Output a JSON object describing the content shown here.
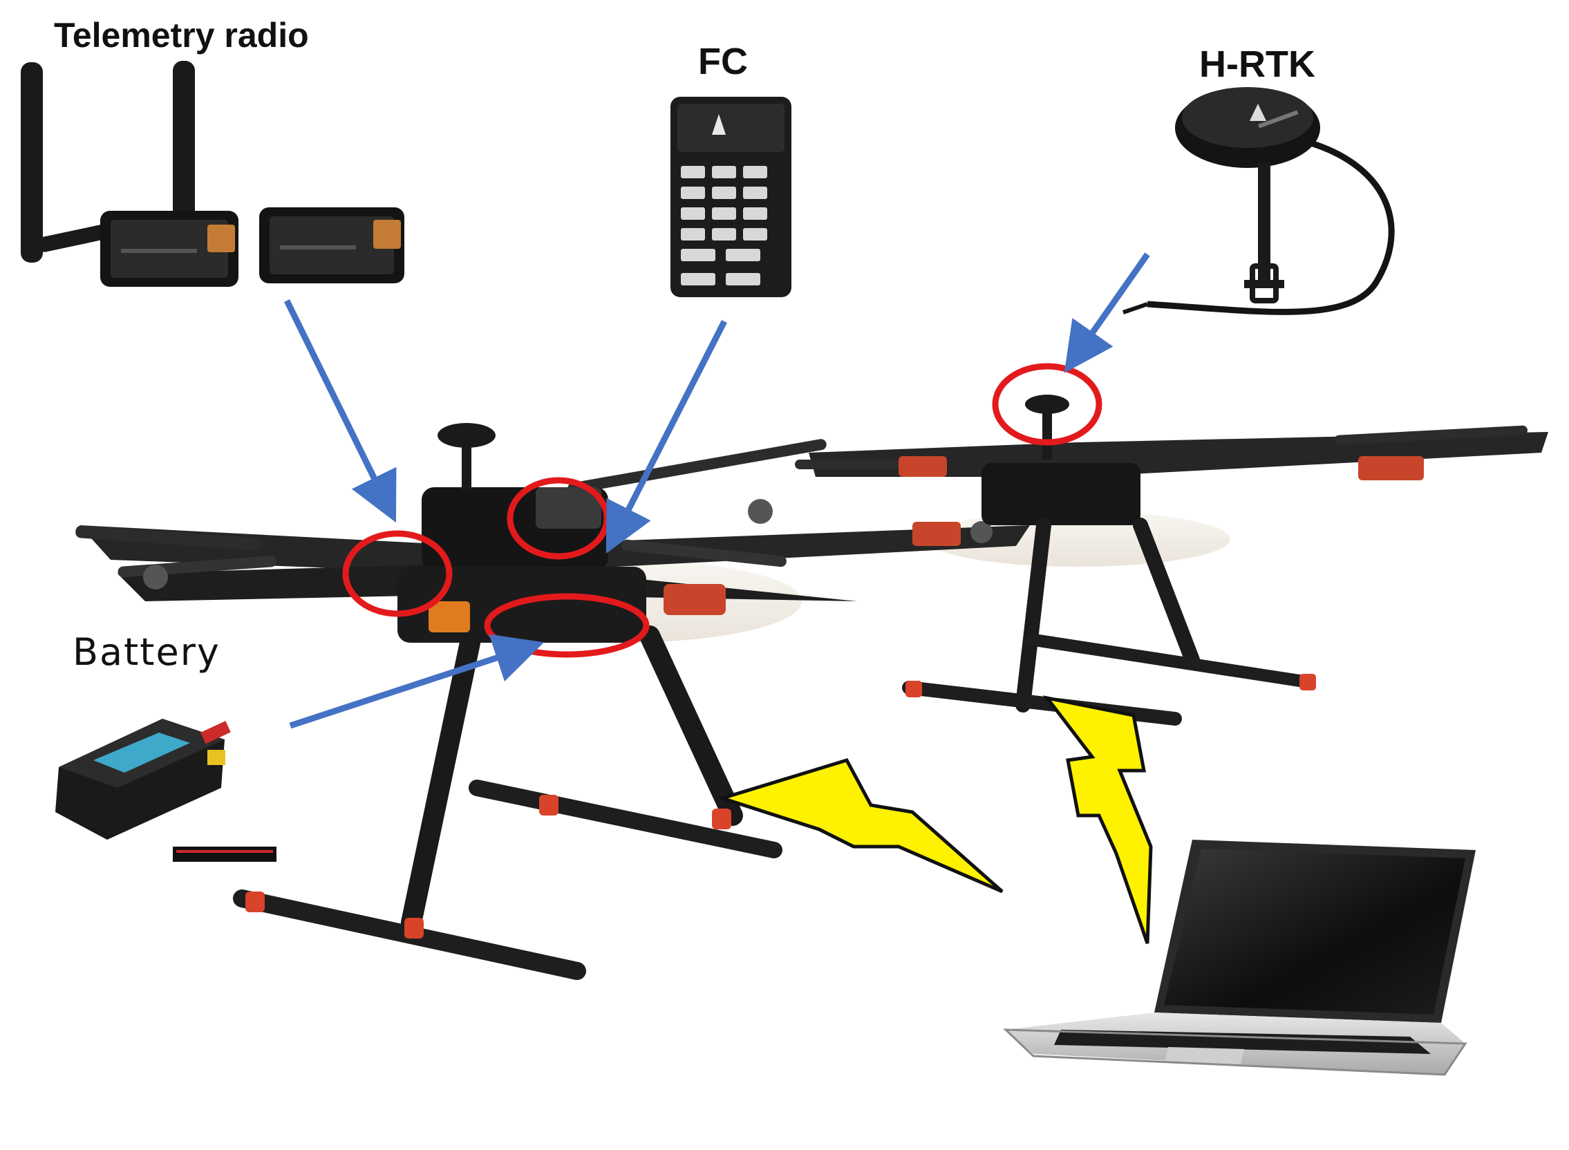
{
  "labels": {
    "telemetry": "Telemetry radio",
    "fc": "FC",
    "hrtk": "H-RTK",
    "battery": "Battery"
  },
  "colors": {
    "arrow": "#4472C4",
    "highlight": "#E31A1C",
    "bolt": "#FFF200",
    "carbon": "#1f1f1f",
    "accent": "#d9432a"
  },
  "icons": {
    "telemetry": "telemetry-radio-icon",
    "fc": "flight-controller-icon",
    "hrtk": "gps-antenna-icon",
    "battery": "lipo-battery-icon",
    "laptop": "laptop-icon",
    "drone": "drone-icon"
  }
}
